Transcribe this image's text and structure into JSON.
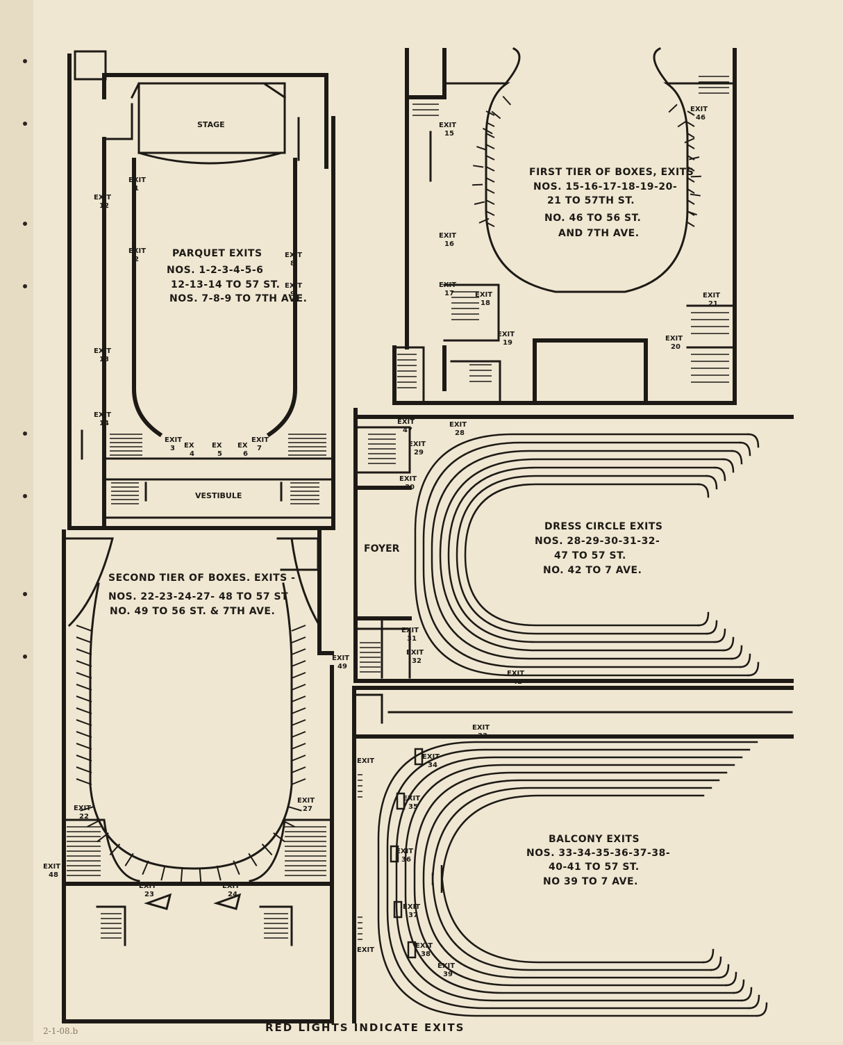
{
  "parquet": {
    "stage": "STAGE",
    "vestibule": "VESTIBULE",
    "title": "PARQUET EXITS",
    "line1": "NOS. 1-2-3-4-5-6",
    "line2": "12-13-14 TO 57 ST.",
    "line3": "NOS. 7-8-9 TO 7TH AVE."
  },
  "first_tier": {
    "title": "FIRST TIER OF BOXES, EXITS",
    "line1": "NOS. 15-16-17-18-19-20-",
    "line2": "21 TO 57TH ST.",
    "line3": "NO. 46 TO 56 ST.",
    "line4": "AND 7TH AVE."
  },
  "dress_circle": {
    "foyer": "FOYER",
    "title": "DRESS CIRCLE EXITS",
    "line1": "NOS. 28-29-30-31-32-",
    "line2": "47 TO 57 ST.",
    "line3": "NO. 42 TO 7 AVE."
  },
  "second_tier": {
    "title": "SECOND TIER OF BOXES. EXITS -",
    "line1": "NOS. 22-23-24-27- 48 TO 57 ST",
    "line2": "NO. 49 TO 56 ST. & 7TH AVE."
  },
  "balcony": {
    "title": "BALCONY EXITS",
    "line1": "NOS. 33-34-35-36-37-38-",
    "line2": "40-41 TO 57 ST.",
    "line3": "NO 39 TO 7 AVE."
  },
  "exit_word": "EXIT",
  "exit_short": "EX",
  "exits": [
    {
      "num": "1",
      "word": "EXIT"
    },
    {
      "num": "2",
      "word": "EXIT"
    },
    {
      "num": "3",
      "word": "EXIT"
    },
    {
      "num": "4",
      "word": "EX"
    },
    {
      "num": "5",
      "word": "EX"
    },
    {
      "num": "6",
      "word": "EX"
    },
    {
      "num": "7",
      "word": "EXIT"
    },
    {
      "num": "8",
      "word": "EXIT"
    },
    {
      "num": "9",
      "word": "EXIT"
    },
    {
      "num": "12",
      "word": "EXIT"
    },
    {
      "num": "13",
      "word": "EXIT"
    },
    {
      "num": "14",
      "word": "EXIT"
    },
    {
      "num": "15",
      "word": "EXIT"
    },
    {
      "num": "16",
      "word": "EXIT"
    },
    {
      "num": "17",
      "word": "EXIT"
    },
    {
      "num": "18",
      "word": "EXIT"
    },
    {
      "num": "19",
      "word": "EXIT"
    },
    {
      "num": "20",
      "word": "EXIT"
    },
    {
      "num": "21",
      "word": "EXIT"
    },
    {
      "num": "46",
      "word": "EXIT"
    },
    {
      "num": "47",
      "word": "EXIT"
    },
    {
      "num": "28",
      "word": "EXIT"
    },
    {
      "num": "29",
      "word": "EXIT"
    },
    {
      "num": "30",
      "word": "EXIT"
    },
    {
      "num": "31",
      "word": "EXIT"
    },
    {
      "num": "32",
      "word": "EXIT"
    },
    {
      "num": "42",
      "word": "EXIT"
    },
    {
      "num": "49",
      "word": "EXIT"
    },
    {
      "num": "22",
      "word": "EXIT"
    },
    {
      "num": "27",
      "word": "EXIT"
    },
    {
      "num": "48",
      "word": "EXIT"
    },
    {
      "num": "23",
      "word": "EXIT"
    },
    {
      "num": "24",
      "word": "EXIT"
    },
    {
      "num": "33",
      "word": "EXIT"
    },
    {
      "num": "34",
      "word": "EXIT"
    },
    {
      "num": "35",
      "word": "EXIT"
    },
    {
      "num": "36",
      "word": "EXIT"
    },
    {
      "num": "37",
      "word": "EXIT"
    },
    {
      "num": "38",
      "word": "EXIT"
    },
    {
      "num": "39",
      "word": "EXIT"
    },
    {
      "num": "",
      "word": "EXIT"
    },
    {
      "num": "",
      "word": "EXIT"
    }
  ],
  "footer": "RED LIGHTS INDICATE EXITS",
  "handwritten_date": "2-1-08.b"
}
